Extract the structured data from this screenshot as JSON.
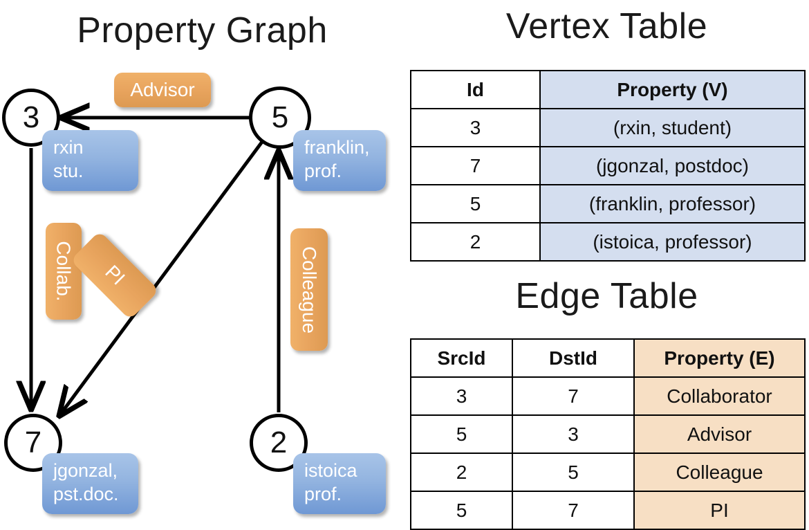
{
  "titles": {
    "property_graph": "Property Graph",
    "vertex_table": "Vertex Table",
    "edge_table": "Edge Table"
  },
  "graph": {
    "vertices": [
      {
        "id": "3",
        "property_label": "rxin\nstu."
      },
      {
        "id": "5",
        "property_label": "franklin,\nprof."
      },
      {
        "id": "7",
        "property_label": "jgonzal,\npst.doc."
      },
      {
        "id": "2",
        "property_label": "istoica\nprof."
      }
    ],
    "edge_labels": [
      {
        "label": "Advisor",
        "orientation": "horizontal"
      },
      {
        "label": "Collab.",
        "orientation": "vertical"
      },
      {
        "label": "PI",
        "orientation": "diagonal"
      },
      {
        "label": "Colleague",
        "orientation": "vertical"
      }
    ]
  },
  "vertex_table": {
    "columns": [
      "Id",
      "Property (V)"
    ],
    "rows": [
      {
        "id": "3",
        "property": "(rxin, student)"
      },
      {
        "id": "7",
        "property": "(jgonzal, postdoc)"
      },
      {
        "id": "5",
        "property": "(franklin, professor)"
      },
      {
        "id": "2",
        "property": "(istoica, professor)"
      }
    ]
  },
  "edge_table": {
    "columns": [
      "SrcId",
      "DstId",
      "Property (E)"
    ],
    "rows": [
      {
        "src": "3",
        "dst": "7",
        "property": "Collaborator"
      },
      {
        "src": "5",
        "dst": "3",
        "property": "Advisor"
      },
      {
        "src": "2",
        "dst": "5",
        "property": "Colleague"
      },
      {
        "src": "5",
        "dst": "7",
        "property": "PI"
      }
    ]
  },
  "colors": {
    "vertex_property_blue": "#93b4e0",
    "edge_label_orange": "#e8a45e",
    "table_blue_cell": "#d4deef",
    "table_orange_cell": "#f7dfc4",
    "stroke": "#000000"
  }
}
